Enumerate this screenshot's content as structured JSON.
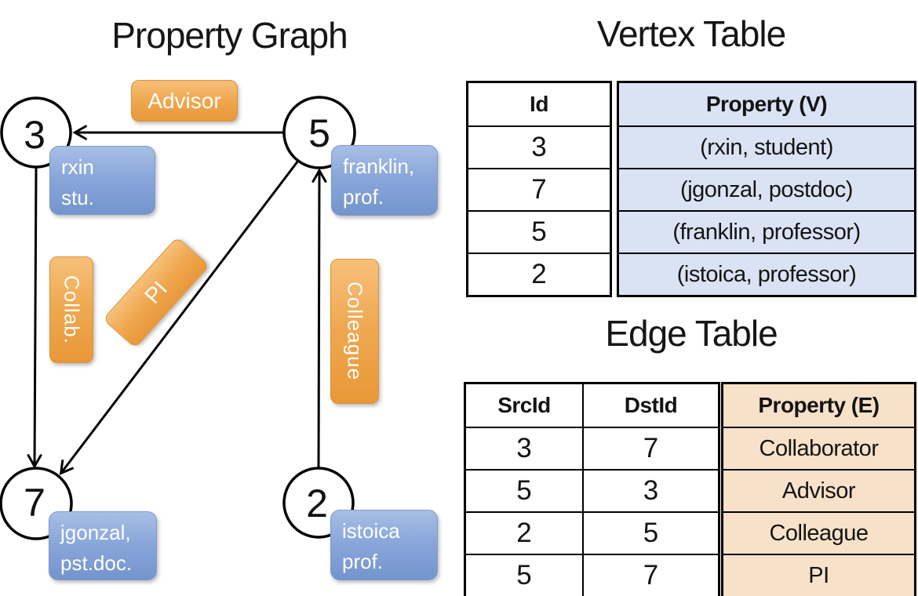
{
  "titles": {
    "graph": "Property Graph",
    "vertex_table": "Vertex Table",
    "edge_table": "Edge Table"
  },
  "graph": {
    "nodes": [
      {
        "id": "3",
        "property_lines": [
          "rxin",
          "stu."
        ]
      },
      {
        "id": "5",
        "property_lines": [
          "franklin,",
          "prof."
        ]
      },
      {
        "id": "7",
        "property_lines": [
          "jgonzal,",
          "pst.doc."
        ]
      },
      {
        "id": "2",
        "property_lines": [
          "istoica",
          "prof."
        ]
      }
    ],
    "edges": [
      {
        "src": "5",
        "dst": "3",
        "label": "Advisor"
      },
      {
        "src": "3",
        "dst": "7",
        "label": "Collab."
      },
      {
        "src": "5",
        "dst": "7",
        "label": "PI"
      },
      {
        "src": "2",
        "dst": "5",
        "label": "Colleague"
      }
    ]
  },
  "vertex_table": {
    "headers": [
      "Id",
      "Property (V)"
    ],
    "rows": [
      [
        "3",
        "(rxin, student)"
      ],
      [
        "7",
        "(jgonzal, postdoc)"
      ],
      [
        "5",
        "(franklin, professor)"
      ],
      [
        "2",
        "(istoica, professor)"
      ]
    ]
  },
  "edge_table": {
    "headers": [
      "SrcId",
      "DstId",
      "Property (E)"
    ],
    "rows": [
      [
        "3",
        "7",
        "Collaborator"
      ],
      [
        "5",
        "3",
        "Advisor"
      ],
      [
        "2",
        "5",
        "Colleague"
      ],
      [
        "5",
        "7",
        "PI"
      ]
    ]
  },
  "colors": {
    "edge_label_orange": "#EFA44A",
    "node_property_blue": "#84A1D6",
    "vertex_property_cell": "#DAE3F3",
    "edge_property_cell": "#F7E1C8",
    "line_black": "#000000"
  }
}
